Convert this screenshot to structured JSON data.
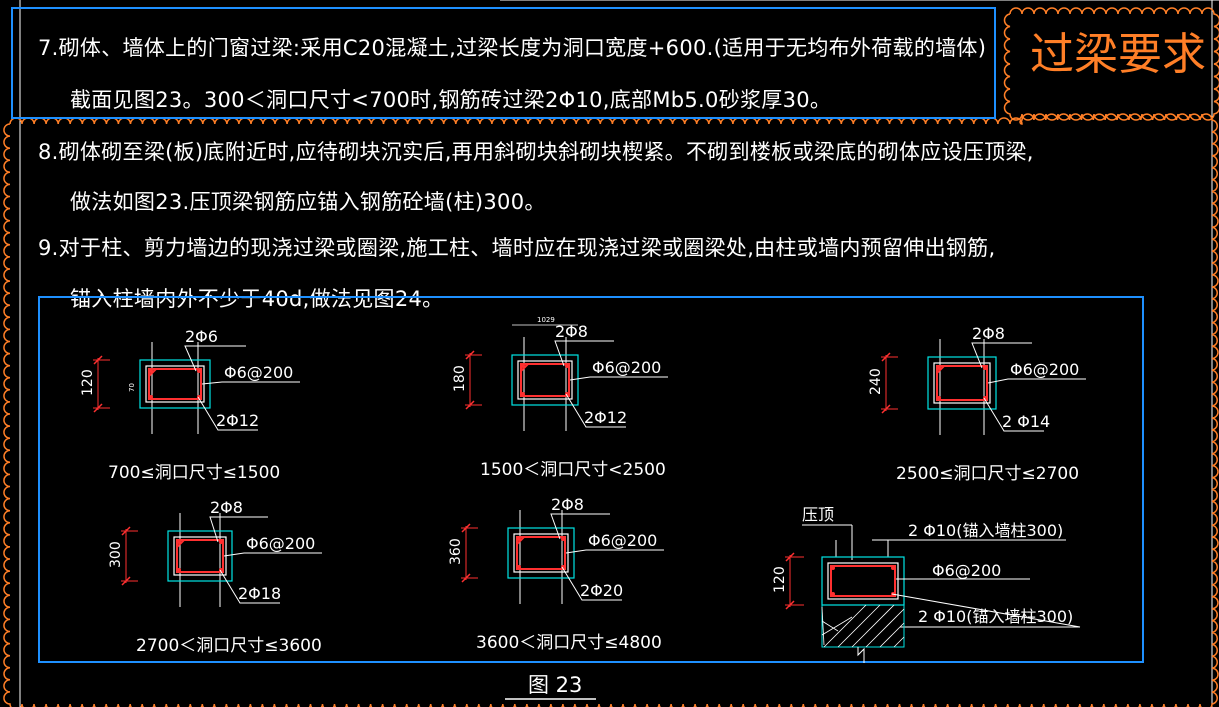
{
  "title": "过梁要求",
  "colors": {
    "background": "#000000",
    "text": "#ffffff",
    "cloud": "#ff7f27",
    "selection": "#1e90ff",
    "rebar": "#ff3030",
    "stirrup": "#ffffff",
    "concrete_outline": "#00e5e5",
    "dimension": "#ff3030",
    "title": "#ff7f27"
  },
  "notes": [
    "7.砌体、墙体上的门窗过梁:采用C20混凝土,过梁长度为洞口宽度+600.(适用于无均布外荷载的墙体)",
    "截面见图23。300＜洞口尺寸<700时,钢筋砖过梁2Φ10,底部Mb5.0砂浆厚30。",
    "8.砌体砌至梁(板)底附近时,应待砌块沉实后,再用斜砌块斜砌块楔紧。不砌到楼板或梁底的砌体应设压顶梁,",
    "做法如图23.压顶梁钢筋应锚入钢筋砼墙(柱)300。",
    "9.对于柱、剪力墙边的现浇过梁或圈梁,施工柱、墙时应在现浇过梁或圈梁处,由柱或墙内预留伸出钢筋,",
    "锚入柱墙内外不少于40d,做法见图24。"
  ],
  "sections": [
    {
      "height": "120",
      "top_bar": "2Φ6",
      "stirrup": "Φ6@200",
      "bottom_bar": "2Φ12",
      "range": "700≤洞口尺寸≤1500",
      "small_note": "70"
    },
    {
      "height": "180",
      "top_bar": "2Φ8",
      "stirrup": "Φ6@200",
      "bottom_bar": "2Φ12",
      "range": "1500＜洞口尺寸<2500",
      "small_note": "1029"
    },
    {
      "height": "240",
      "top_bar": "2Φ8",
      "stirrup": "Φ6@200",
      "bottom_bar": "2 Φ14",
      "range": "2500≤洞口尺寸≤2700"
    },
    {
      "height": "300",
      "top_bar": "2Φ8",
      "stirrup": "Φ6@200",
      "bottom_bar": "2Φ18",
      "range": "2700＜洞口尺寸≤3600"
    },
    {
      "height": "360",
      "top_bar": "2Φ8",
      "stirrup": "Φ6@200",
      "bottom_bar": "2Φ20",
      "range": "3600＜洞口尺寸≤4800"
    }
  ],
  "coping": {
    "label": "压顶",
    "height": "120",
    "top_bar": "2 Φ10(锚入墙柱300)",
    "stirrup": "Φ6@200",
    "bottom_bar": "2 Φ10(锚入墙柱300)"
  },
  "figure_caption": "图 23"
}
